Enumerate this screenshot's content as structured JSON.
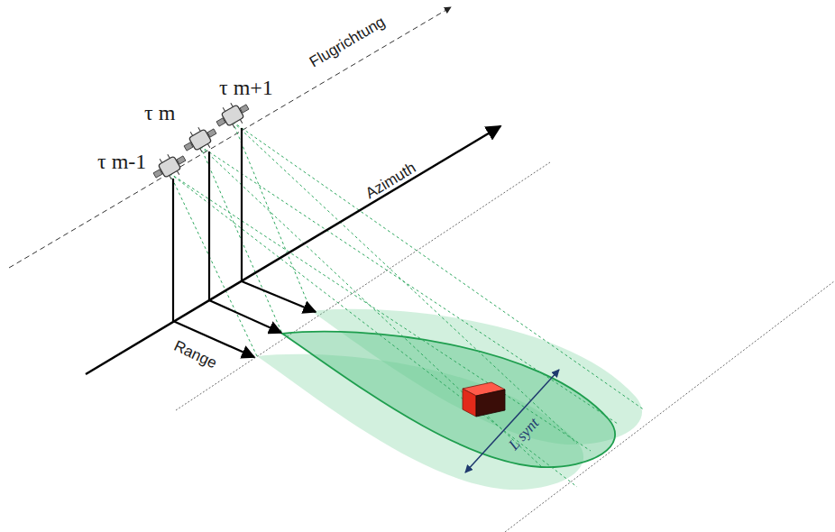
{
  "diagram": {
    "labels": [
      "Flugrichtung",
      "τ m+1",
      "τ m",
      "τ m-1",
      "Azimuth",
      "Range",
      "L synt"
    ]
  }
}
